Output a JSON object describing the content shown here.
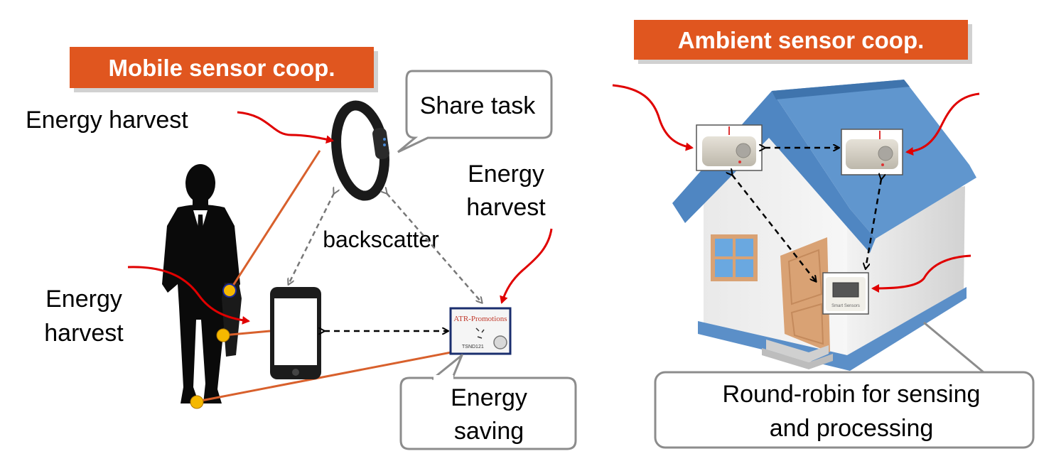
{
  "left_panel": {
    "title": "Mobile sensor coop.",
    "labels": {
      "energy_harvest_top": "Energy harvest",
      "share_task": "Share task",
      "energy_harvest_right_1": "Energy",
      "energy_harvest_right_2": "harvest",
      "backscatter": "backscatter",
      "energy_harvest_left_1": "Energy",
      "energy_harvest_left_2": "harvest",
      "energy_saving_1": "Energy",
      "energy_saving_2": "saving"
    },
    "sensor_tag": {
      "brand": "ATR-Promotions",
      "model": "TSND121"
    }
  },
  "right_panel": {
    "title": "Ambient sensor coop.",
    "callout_1": "Round-robin for sensing",
    "callout_2": "and processing",
    "device_label": "Smart Sensors"
  },
  "colors": {
    "title_bg": "#e0561f",
    "harvest_arrow": "#e00000",
    "body_link": "#d8602c",
    "joint_dot": "#f5b800",
    "roof": "#5b8fc8",
    "door": "#d9a274",
    "wall": "#f0f0f0"
  }
}
